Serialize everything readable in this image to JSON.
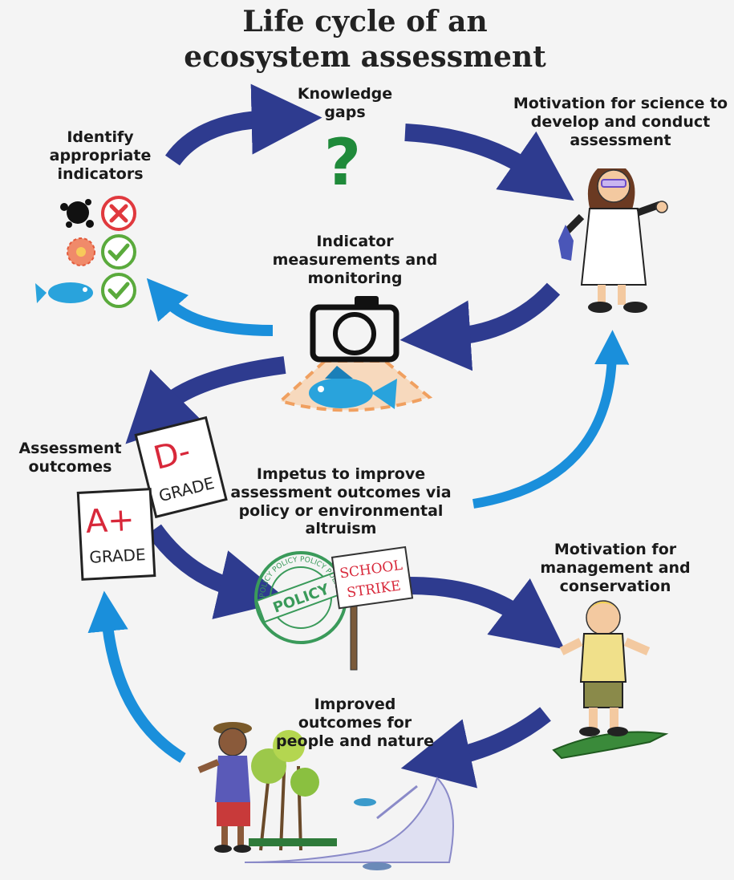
{
  "title_line1": "Life cycle of an",
  "title_line2": "ecosystem assessment",
  "labels": {
    "knowledge_gaps": "Knowledge gaps",
    "motivation_science": "Motivation for science to develop and conduct assessment",
    "identify_indicators": "Identify appropriate indicators",
    "indicator_measurements": "Indicator measurements and monitoring",
    "assessment_outcomes": "Assessment outcomes",
    "impetus": "Impetus to improve assessment outcomes via policy or environmental altruism",
    "motivation_management": "Motivation for management and conservation",
    "improved_outcomes": "Improved outcomes for people and nature"
  },
  "grades": {
    "a_letter": "A+",
    "d_letter": "D-",
    "word": "GRADE"
  },
  "stamp": {
    "center": "POLICY",
    "ring": "POLICY POLICY POLICY POLICY"
  },
  "sign": {
    "line1": "SCHOOL",
    "line2": "STRIKE"
  },
  "question_mark": "?",
  "colors": {
    "dark_arrow": "#2e3b8f",
    "light_arrow": "#1a8fdb",
    "question_green": "#1f8a3a",
    "check_green": "#5aaa3c",
    "cross_red": "#e0393e",
    "stamp_green": "#3a9a5a",
    "grade_red": "#d8283a"
  }
}
